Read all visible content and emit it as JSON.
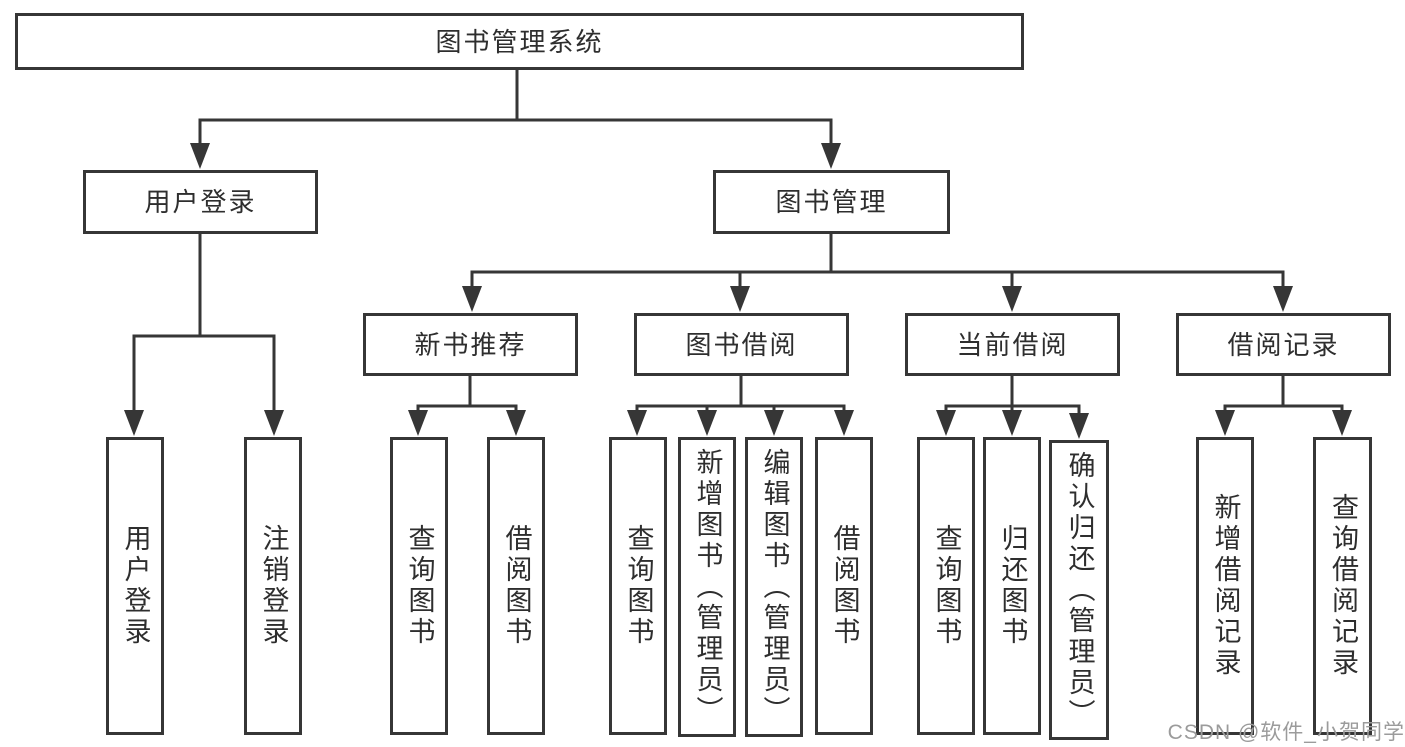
{
  "diagram": {
    "title_node": {
      "label": "图书管理系统"
    },
    "level2": [
      {
        "label": "用户登录"
      },
      {
        "label": "图书管理"
      }
    ],
    "level3": [
      {
        "label": "新书推荐"
      },
      {
        "label": "图书借阅"
      },
      {
        "label": "当前借阅"
      },
      {
        "label": "借阅记录"
      }
    ],
    "level4": [
      {
        "label": "用户登录"
      },
      {
        "label": "注销登录"
      },
      {
        "label": "查询图书"
      },
      {
        "label": "借阅图书"
      },
      {
        "label": "查询图书"
      },
      {
        "label": "新增图书（管理员）"
      },
      {
        "label": "编辑图书（管理员）"
      },
      {
        "label": "借阅图书"
      },
      {
        "label": "查询图书"
      },
      {
        "label": "归还图书"
      },
      {
        "label": "确认归还（管理员）"
      },
      {
        "label": "新增借阅记录"
      },
      {
        "label": "查询借阅记录"
      }
    ]
  },
  "watermark": {
    "text": "CSDN @软件_小贺同学"
  },
  "colors": {
    "line": "#363636",
    "node_border": "#363636",
    "node_text": "#2e2e2e",
    "background": "#ffffff",
    "watermark_text": "#9b9b9b"
  }
}
